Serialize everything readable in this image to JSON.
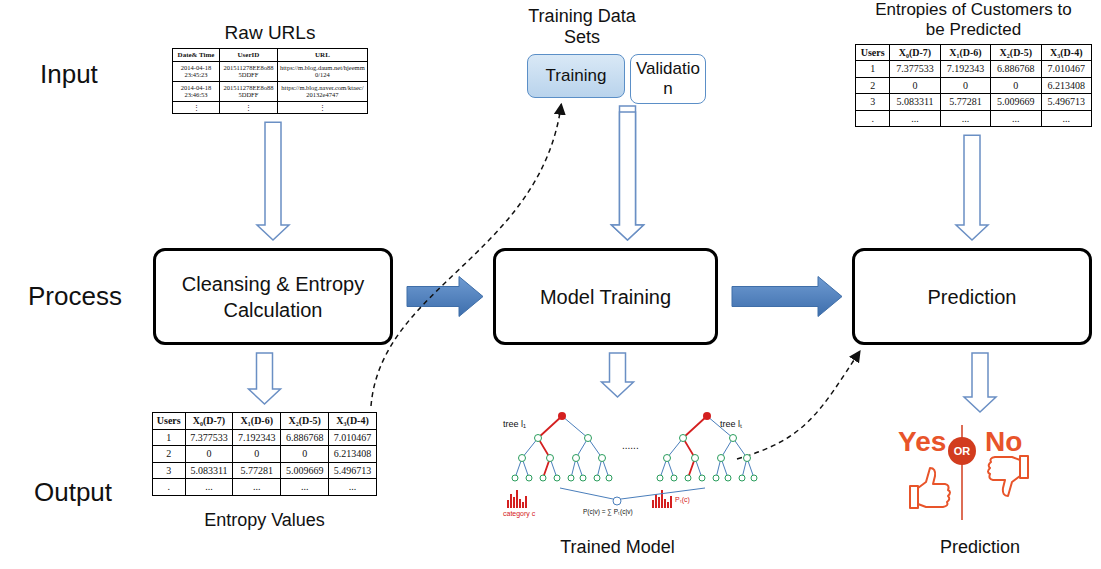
{
  "diagram": {
    "nodes": [
      {
        "text": [
          "Raw URLs",
          "Date& Time",
          "UserID",
          "URL",
          "2014-04-18 23:45:23",
          "201511278EE8o885DDFF",
          "https://m.blog.daum.net/hjeemm0/124",
          "2014-04-18 23:46:53",
          "201511278EE8o885DDFF",
          "https://m.blog.naver.com/ktaec/20132e4747",
          "⋮",
          "⋮",
          "⋮"
        ]
      },
      {
        "text": [
          "Training"
        ]
      },
      {
        "text": [
          "Validation"
        ]
      },
      {
        "text": [
          "Entropies of Customers to be Predicted",
          "Users",
          "X₀(D-7)",
          "X₁(D-6)",
          "X₂(D-5)",
          "X₃(D-4)",
          "1",
          "7.377533",
          "7.192343",
          "6.886768",
          "7.010467",
          "2",
          "0",
          "0",
          "0",
          "6.213408",
          "3",
          "5.083311",
          "5.77281",
          "5.009669",
          "5.496713",
          ".",
          "...",
          "...",
          "...",
          "..."
        ]
      },
      {
        "text": [
          "Cleansing & Entropy Calculation"
        ]
      },
      {
        "text": [
          "Model Training"
        ]
      },
      {
        "text": [
          "Prediction"
        ]
      },
      {
        "text": [
          "Users",
          "X₀(D-7)",
          "X₁(D-6)",
          "X₂(D-5)",
          "X₃(D-4)",
          "1",
          "7.377533",
          "7.192343",
          "6.886768",
          "7.010467",
          "2",
          "0",
          "0",
          "0",
          "6.213408",
          "3",
          "5.083311",
          "5.77281",
          "5.009669",
          "5.496713",
          ".",
          "...",
          "...",
          "...",
          "...",
          "Entropy Values"
        ]
      },
      {
        "text": [
          "Trained Model"
        ]
      },
      {
        "text": [
          "Prediction"
        ]
      },
      {
        "text": [
          "OR"
        ],
        "in": 9
      }
    ],
    "edges": [
      {
        "from": 0,
        "to": 4,
        "arrow": "to"
      },
      {
        "from": 4,
        "to": 7,
        "arrow": "to"
      },
      {
        "from": 1,
        "to": 5,
        "arrow": "to"
      },
      {
        "from": 2,
        "to": 5,
        "arrow": "to"
      },
      {
        "from": 5,
        "to": 8,
        "arrow": "to"
      },
      {
        "from": 3,
        "to": 6,
        "arrow": "to"
      },
      {
        "from": 6,
        "to": 9,
        "arrow": "to"
      },
      {
        "from": 4,
        "to": 5,
        "arrow": "to"
      },
      {
        "from": 5,
        "to": 6,
        "arrow": "to"
      },
      {
        "from": 7,
        "to": 1,
        "arrow": "to"
      },
      {
        "from": 8,
        "to": 6,
        "arrow": "to"
      }
    ],
    "labels": [
      "Training Data Sets",
      "Input",
      "Process",
      "Output",
      "tree l₁",
      "......",
      "tree lₜ",
      "category c",
      "Pₜ(c)",
      "P(c|v) = ∑ Pₜ(c|v)",
      "Yes",
      "No"
    ]
  }
}
